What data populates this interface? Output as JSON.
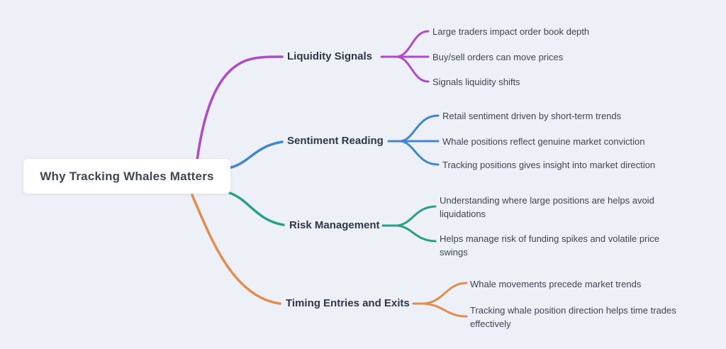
{
  "root": {
    "label": "Why Tracking Whales Matters"
  },
  "branches": [
    {
      "label": "Liquidity Signals",
      "color": "#b14ac9",
      "leaves": [
        "Large traders impact order book depth",
        "Buy/sell orders can move prices",
        "Signals liquidity shifts"
      ]
    },
    {
      "label": "Sentiment Reading",
      "color": "#3f88cd",
      "leaves": [
        "Retail sentiment driven by short-term trends",
        "Whale positions reflect genuine market conviction",
        "Tracking positions gives insight into market direction"
      ]
    },
    {
      "label": "Risk Management",
      "color": "#27a185",
      "leaves": [
        "Understanding where large positions are helps avoid liquidations",
        "Helps manage risk of funding spikes and volatile price swings"
      ]
    },
    {
      "label": "Timing Entries and Exits",
      "color": "#e08d4d",
      "leaves": [
        "Whale movements precede market trends",
        "Tracking whale position direction helps time trades effectively"
      ]
    }
  ],
  "colors": {
    "background": "#edf0f6",
    "node_background": "#ffffff",
    "root_text": "#3f4756",
    "branch_text": "#2e3847",
    "leaf_text": "#3d4554"
  }
}
